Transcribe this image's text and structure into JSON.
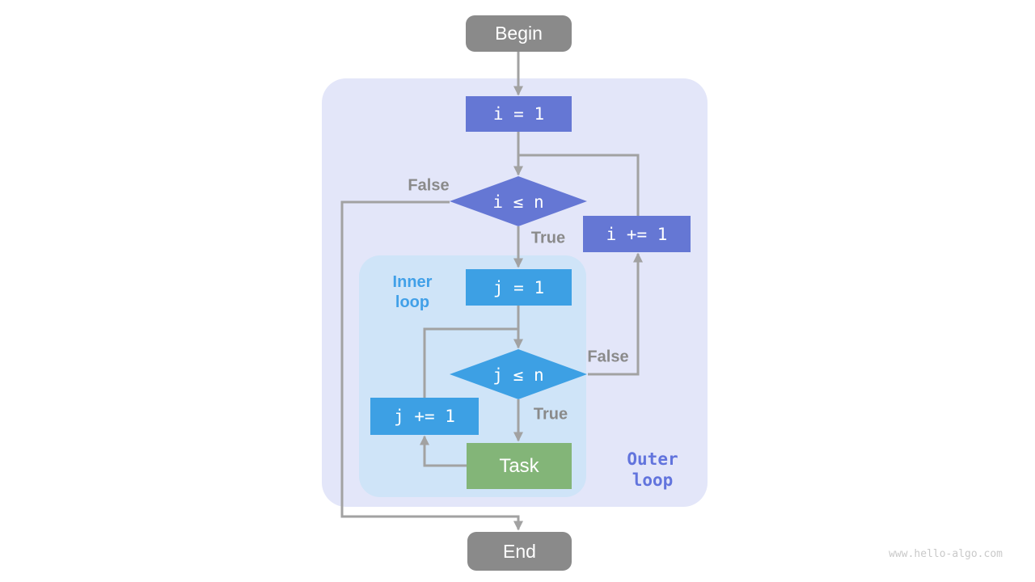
{
  "diagram": {
    "title_semantic": "nested loop flowchart",
    "nodes": {
      "begin": "Begin",
      "init_i": "i = 1",
      "cond_i": "i ≤ n",
      "inc_i": "i += 1",
      "init_j": "j = 1",
      "cond_j": "j ≤ n",
      "inc_j": "j += 1",
      "task": "Task",
      "end": "End"
    },
    "edge_labels": {
      "cond_i_false": "False",
      "cond_i_true": "True",
      "cond_j_false": "False",
      "cond_j_true": "True"
    },
    "regions": {
      "inner_label": "Inner\nloop",
      "outer_label": "Outer\nloop"
    },
    "colors": {
      "terminal_node": "#8a8a8a",
      "outer_loop_node": "#6577d4",
      "inner_loop_node": "#3da0e4",
      "task_node": "#83b578",
      "outer_region_bg": "#e3e6f9",
      "inner_region_bg": "#cfe4f8",
      "connector": "#a2a2a2",
      "edge_label_text": "#8a8a8a",
      "inner_label_text": "#41a0e8",
      "outer_label_text": "#6274dd",
      "watermark_text": "#c9c9c9"
    },
    "watermark": "www.hello-algo.com"
  }
}
